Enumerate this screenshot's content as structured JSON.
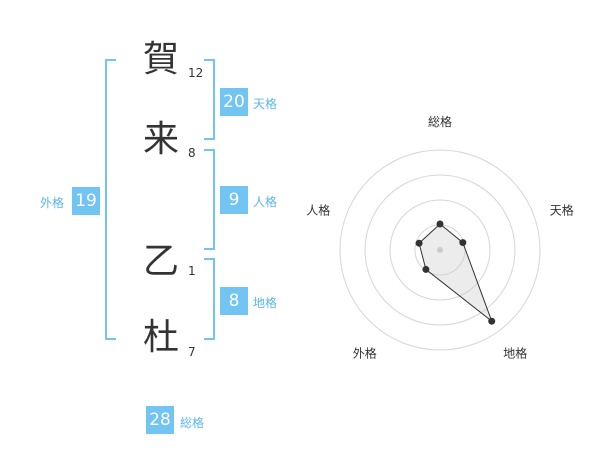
{
  "name_chars": [
    {
      "char": "賀",
      "strokes": "12"
    },
    {
      "char": "来",
      "strokes": "8"
    },
    {
      "char": "乙",
      "strokes": "1"
    },
    {
      "char": "杜",
      "strokes": "7"
    }
  ],
  "fortunes": {
    "tenkaku": {
      "label": "天格",
      "value": "20"
    },
    "jinkaku": {
      "label": "人格",
      "value": "9"
    },
    "chikaku": {
      "label": "地格",
      "value": "8"
    },
    "gaikaku": {
      "label": "外格",
      "value": "19"
    },
    "soukaku": {
      "label": "総格",
      "value": "28"
    }
  },
  "colors": {
    "accent": "#72c4f3",
    "text": "#333333",
    "label": "#5bb6ea"
  },
  "chart_data": {
    "type": "radar",
    "axes": [
      "総格",
      "天格",
      "地格",
      "外格",
      "人格"
    ],
    "ring_count": 4,
    "values": [
      0.26,
      0.24,
      0.88,
      0.24,
      0.22
    ]
  }
}
